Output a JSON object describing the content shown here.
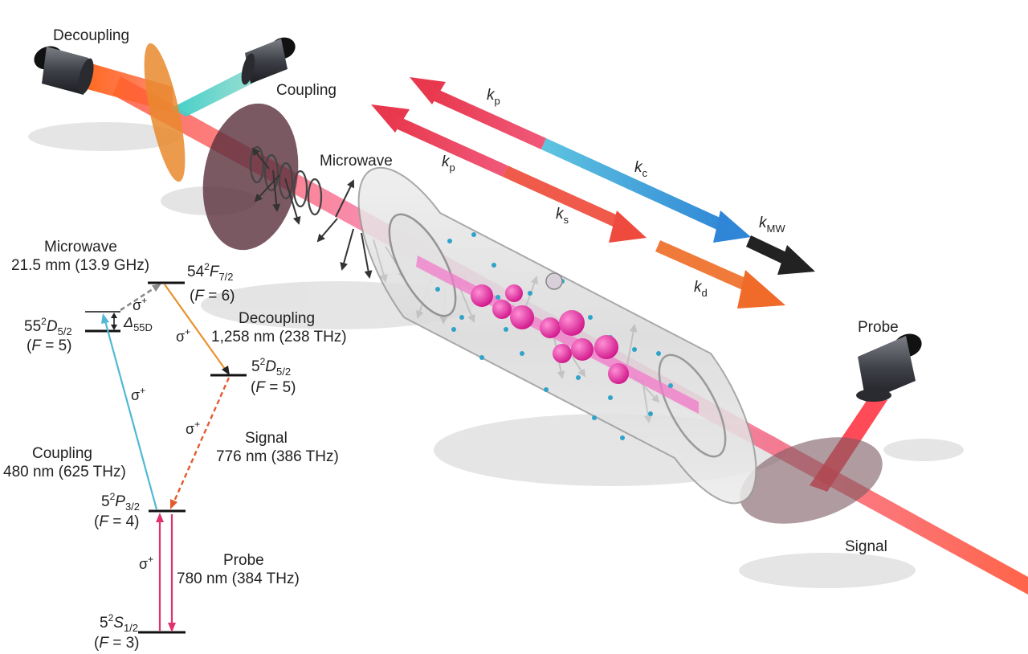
{
  "scene": {
    "optics_labels": {
      "decoupling": "Decoupling",
      "coupling": "Coupling",
      "microwave": "Microwave",
      "probe": "Probe",
      "signal": "Signal"
    },
    "wavevectors": {
      "k_symbol": "k",
      "p": "p",
      "c": "c",
      "s": "s",
      "d": "d",
      "mw": "MW"
    }
  },
  "levels": {
    "s12": {
      "principal": "5",
      "sup": "2",
      "letter": "S",
      "sub": "1/2",
      "f_prefix": "(",
      "f_letter": "F",
      "f_value": " = 3)"
    },
    "p32": {
      "principal": "5",
      "sup": "2",
      "letter": "P",
      "sub": "3/2",
      "f_prefix": "(",
      "f_letter": "F",
      "f_value": " = 4)"
    },
    "d55": {
      "principal": "55",
      "sup": "2",
      "letter": "D",
      "sub": "5/2",
      "f_prefix": "(",
      "f_letter": "F",
      "f_value": " = 5)"
    },
    "f54": {
      "principal": "54",
      "sup": "2",
      "letter": "F",
      "sub": "7/2",
      "f_prefix": "(",
      "f_letter": "F",
      "f_value": " = 6)"
    },
    "d5": {
      "principal": "5",
      "sup": "2",
      "letter": "D",
      "sub": "5/2",
      "f_prefix": "(",
      "f_letter": "F",
      "f_value": " = 5)"
    }
  },
  "transitions": {
    "microwave": {
      "name": "Microwave",
      "detail": "21.5 mm (13.9 GHz)"
    },
    "decoupling": {
      "name": "Decoupling",
      "detail": "1,258 nm (238 THz)"
    },
    "coupling": {
      "name": "Coupling",
      "detail": "480 nm (625 THz)"
    },
    "signal": {
      "name": "Signal",
      "detail": "776 nm (386 THz)"
    },
    "probe": {
      "name": "Probe",
      "detail": "780 nm (384 THz)"
    }
  },
  "polarization": {
    "sigma": "σ",
    "plus": "+"
  },
  "detuning": {
    "symbol": "Δ",
    "sub": "55D"
  },
  "colors": {
    "probe": "#e0336c",
    "coupling": "#4fb8d4",
    "decoupling": "#e8922d",
    "signal_line": "#e35a2e",
    "microwave": "#8a8a8a",
    "atoms": "#e0249a",
    "level_line": "#111111"
  }
}
